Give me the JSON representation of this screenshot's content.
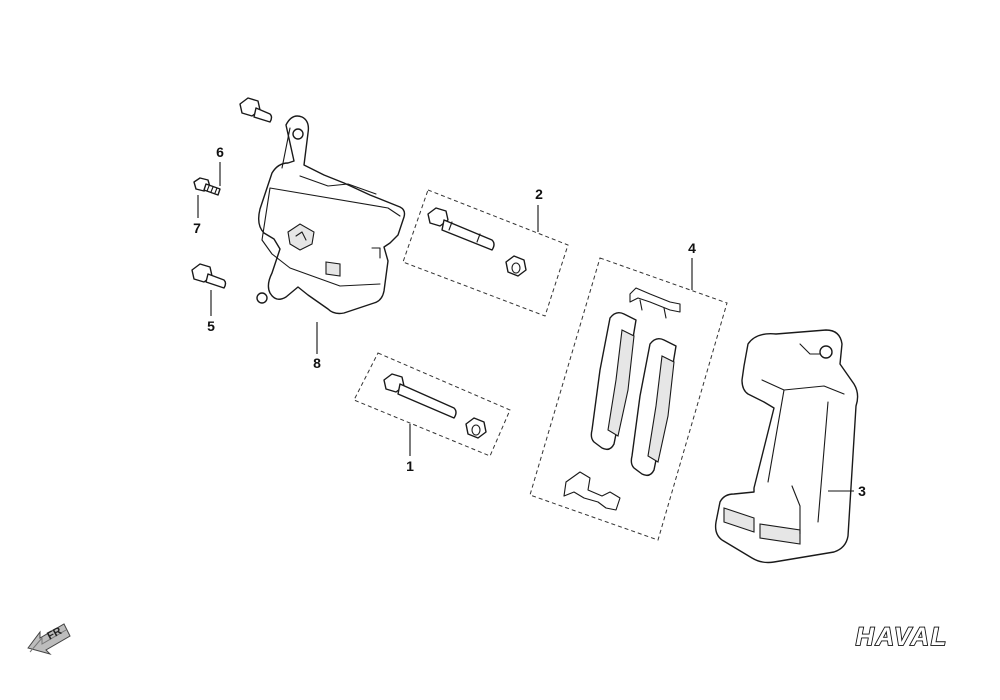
{
  "diagram": {
    "callouts": [
      {
        "id": "1",
        "label": "1"
      },
      {
        "id": "2",
        "label": "2"
      },
      {
        "id": "3",
        "label": "3"
      },
      {
        "id": "4",
        "label": "4"
      },
      {
        "id": "5",
        "label": "5"
      },
      {
        "id": "6",
        "label": "6"
      },
      {
        "id": "7",
        "label": "7"
      },
      {
        "id": "8",
        "label": "8"
      }
    ],
    "direction_marker": {
      "label": "FR",
      "icon": "front-direction-arrow-icon"
    },
    "brand_logo": {
      "text": "HAVAL"
    }
  }
}
